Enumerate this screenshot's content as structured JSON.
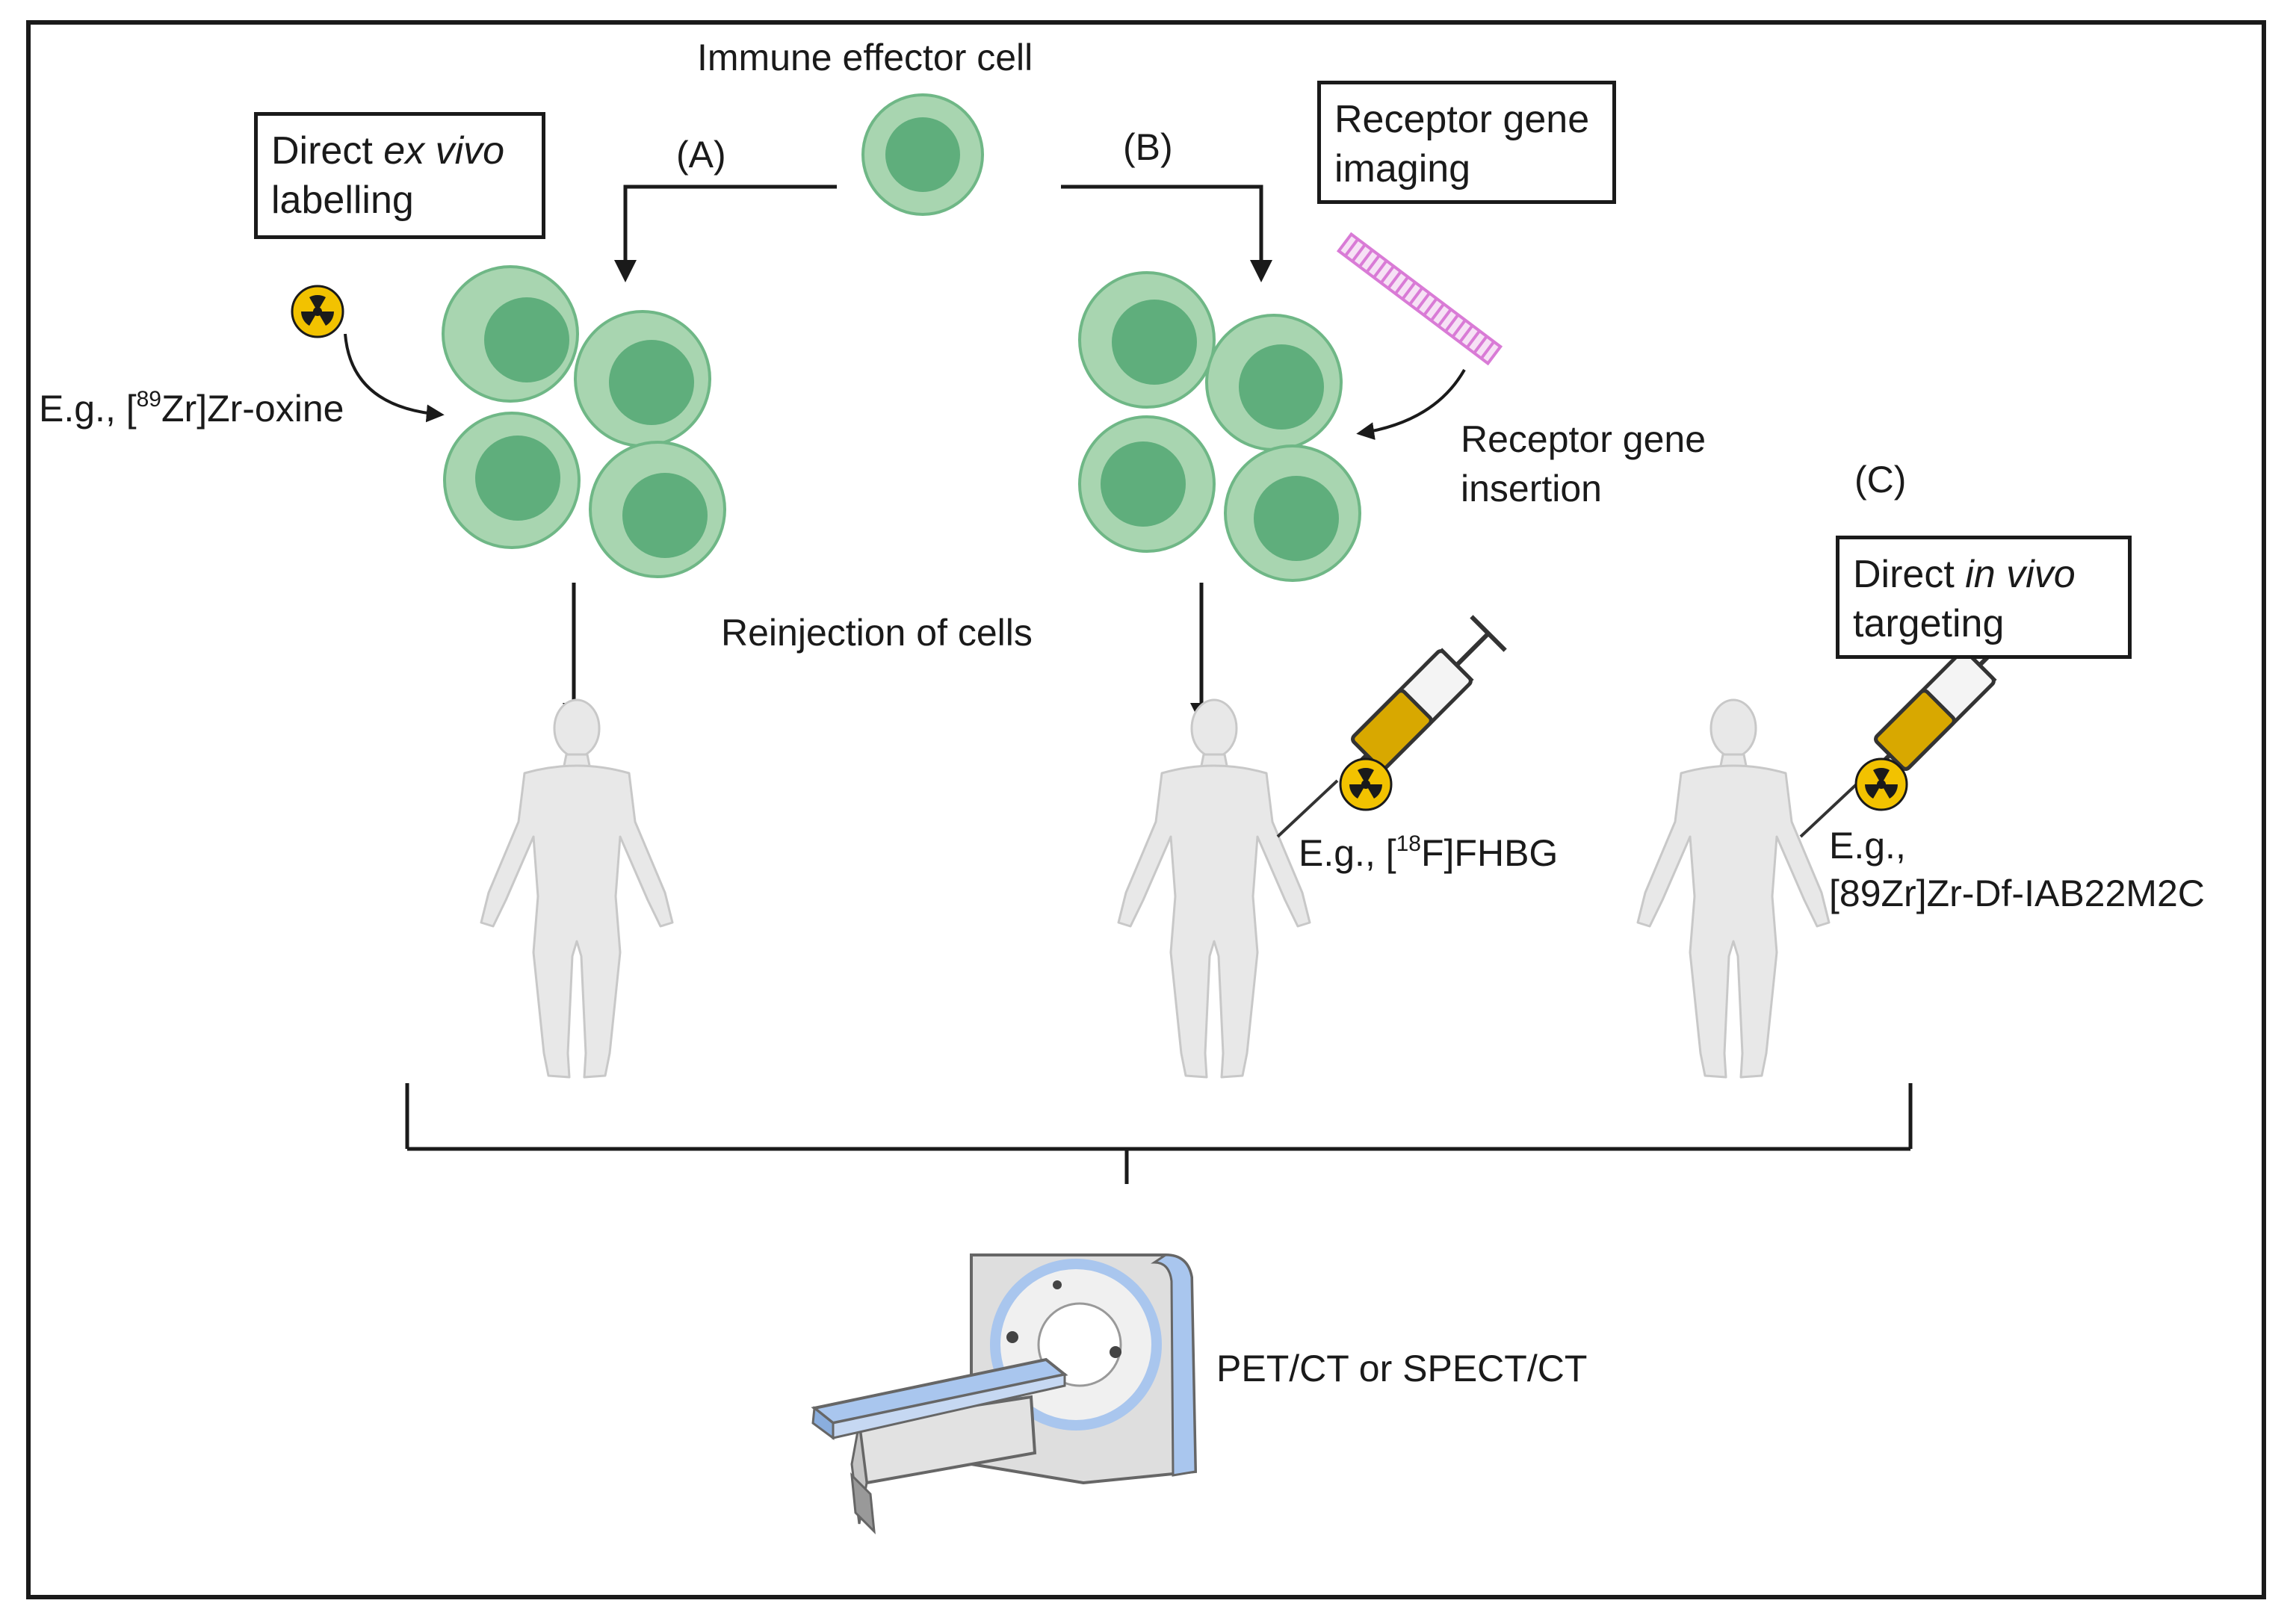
{
  "title": "Immune effector cell",
  "paths": [
    {
      "id": "A",
      "label": "(A)"
    },
    {
      "id": "B",
      "label": "(B)"
    },
    {
      "id": "C",
      "label": "(C)"
    }
  ],
  "boxes": {
    "direct_ex_vivo": {
      "line1_prefix": "Direct ",
      "line1_italic": "ex vivo",
      "line2": "labelling"
    },
    "receptor_gene_imaging": {
      "line1": "Receptor gene",
      "line2": "imaging"
    },
    "direct_in_vivo": {
      "line1_prefix": "Direct ",
      "line1_italic": "in vivo",
      "line2": "targeting"
    }
  },
  "labels": {
    "zr_oxine_prefix": "E.g., [",
    "zr_oxine_sup": "89",
    "zr_oxine_suffix": "Zr]Zr-oxine",
    "receptor_insertion_1": "Receptor gene",
    "receptor_insertion_2": "insertion",
    "reinjection": "Reinjection of cells",
    "fhbg_prefix": "E.g., [",
    "fhbg_sup": "18",
    "fhbg_suffix": "F]FHBG",
    "iab_line1": "E.g.,",
    "iab_line2": "[89Zr]Zr-Df-IAB22M2C",
    "scanner": "PET/CT or SPECT/CT"
  },
  "colors": {
    "cell_outer": "#a8d5b0",
    "cell_inner": "#5fae7c",
    "cell_stroke": "#6fb786",
    "radiation_yellow": "#f2c200",
    "radiation_black": "#1a1a1a",
    "dna_pink": "#d97bd6",
    "body_gray": "#e6e6e6",
    "scanner_blue": "#a9c6ee",
    "syringe_gold": "#d8a800"
  }
}
